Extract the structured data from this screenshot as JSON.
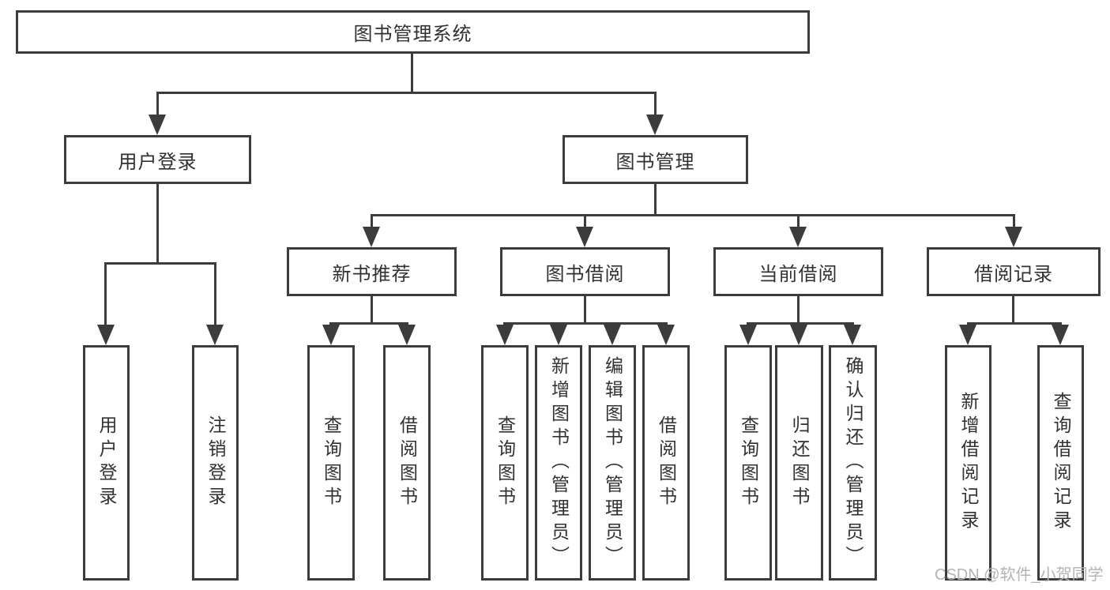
{
  "diagram": {
    "nodes": {
      "root": "图书管理系统",
      "user_login": "用户登录",
      "book_mgmt": "图书管理",
      "new_books": "新书推荐",
      "book_borrow": "图书借阅",
      "current_borrow": "当前借阅",
      "borrow_records": "借阅记录",
      "leaf_user_login": "用户登录",
      "leaf_logout": "注销登录",
      "leaf_nb_query": "查询图书",
      "leaf_nb_borrow": "借阅图书",
      "leaf_bb_query": "查询图书",
      "leaf_bb_add": "新增图书（管理员）",
      "leaf_bb_edit": "编辑图书（管理员）",
      "leaf_bb_borrow": "借阅图书",
      "leaf_cb_query": "查询图书",
      "leaf_cb_return": "归还图书",
      "leaf_cb_confirm": "确认归还（管理员）",
      "leaf_br_add": "新增借阅记录",
      "leaf_br_query": "查询借阅记录"
    },
    "line_color": "#3c3c3c"
  },
  "watermark": "CSDN @软件_小贺同学"
}
